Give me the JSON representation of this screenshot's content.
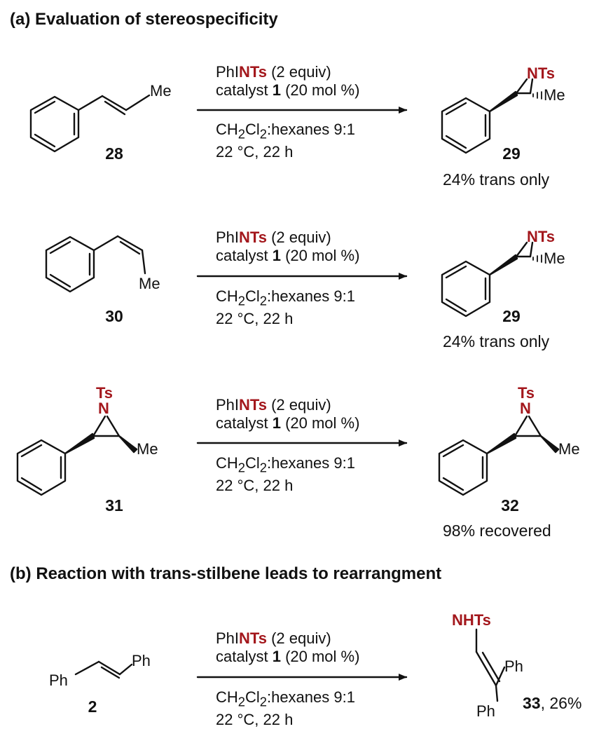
{
  "section_a": "(a) Evaluation of stereospecificity",
  "section_b": "(b) Reaction with trans-stilbene leads to rearrangment",
  "conditions": {
    "reagent_pre": "PhI",
    "reagent_red": "NTs",
    "reagent_post": " (2 equiv)",
    "catalyst_pre": "catalyst ",
    "catalyst_num": "1",
    "catalyst_post": " (20 mol %)",
    "solvent_a": "CH",
    "solvent_sub1": "2",
    "solvent_b": "Cl",
    "solvent_sub2": "2",
    "solvent_c": ":hexanes 9:1",
    "temp": "22 °C, 22 h"
  },
  "atoms": {
    "me": "Me",
    "nts": "NTs",
    "ts": "Ts",
    "n": "N",
    "ph": "Ph",
    "nhts": "NHTs"
  },
  "reactions": [
    {
      "sm_label": "28",
      "prod_label": "29",
      "yield": "24% trans only"
    },
    {
      "sm_label": "30",
      "prod_label": "29",
      "yield": "24% trans only"
    },
    {
      "sm_label": "31",
      "prod_label": "32",
      "yield": "98% recovered"
    },
    {
      "sm_label": "2",
      "prod_label": "33",
      "yield": ", 26%"
    }
  ],
  "colors": {
    "accent": "#a3171c",
    "ink": "#111111"
  }
}
